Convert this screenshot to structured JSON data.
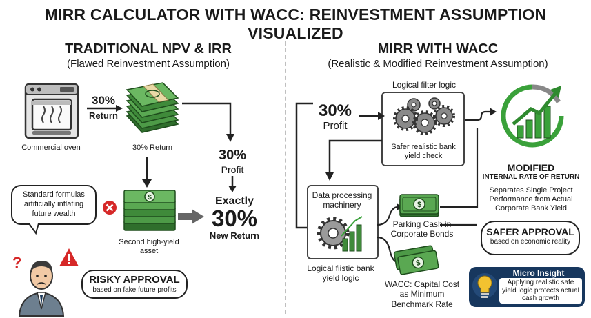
{
  "title": "MIRR CALCULATOR WITH WACC: REINVESTMENT ASSUMPTION VISUALIZED",
  "left": {
    "heading": "TRADITIONAL NPV & IRR",
    "subheading": "(Flawed Reinvestment Assumption)",
    "oven_label": "Commercial oven",
    "arrow_pct": "30%",
    "arrow_word": "Return",
    "cash1_label": "30% Return",
    "profit_pct": "30%",
    "profit_word": "Profit",
    "bubble_text": "Standard formulas artificially inflating future wealth",
    "cash2_label": "Second high-yield asset",
    "exactly": "Exactly",
    "result_pct": "30%",
    "result_word": "New Return",
    "risky_title": "RISKY APPROVAL",
    "risky_sub": "based on fake future profits"
  },
  "right": {
    "heading": "MIRR WITH WACC",
    "subheading": "(Realistic & Modified Reinvestment Assumption)",
    "filter_title": "Logical filter logic",
    "profit_pct": "30%",
    "profit_word": "Profit",
    "filter_caption": "Safer realistic bank yield check",
    "machinery_title": "Data processing machinery",
    "machinery_caption": "Logical fiistic bank yield logic",
    "parking_label": "Parking Cash in Corporate Bonds",
    "wacc_label": "WACC: Capital Cost as Minimum Benchmark Rate",
    "modified_title": "MODIFIED",
    "modified_sub": "INTERNAL RATE OF RETURN",
    "separates_text": "Separates Single Project Performance from Actual Corporate Bank Yield",
    "safer_title": "SAFER APPROVAL",
    "safer_sub": "based on economic reality",
    "insight_title": "Micro Insight",
    "insight_text": "Applying realistic safe yield logic protects actual cash growth"
  },
  "colors": {
    "cash": "#3f8a3a",
    "cash_dark": "#245c22",
    "warning": "#d62828",
    "arrow_green": "#3aa13a",
    "insight_bg": "#17375e",
    "bulb": "#f2c230"
  }
}
